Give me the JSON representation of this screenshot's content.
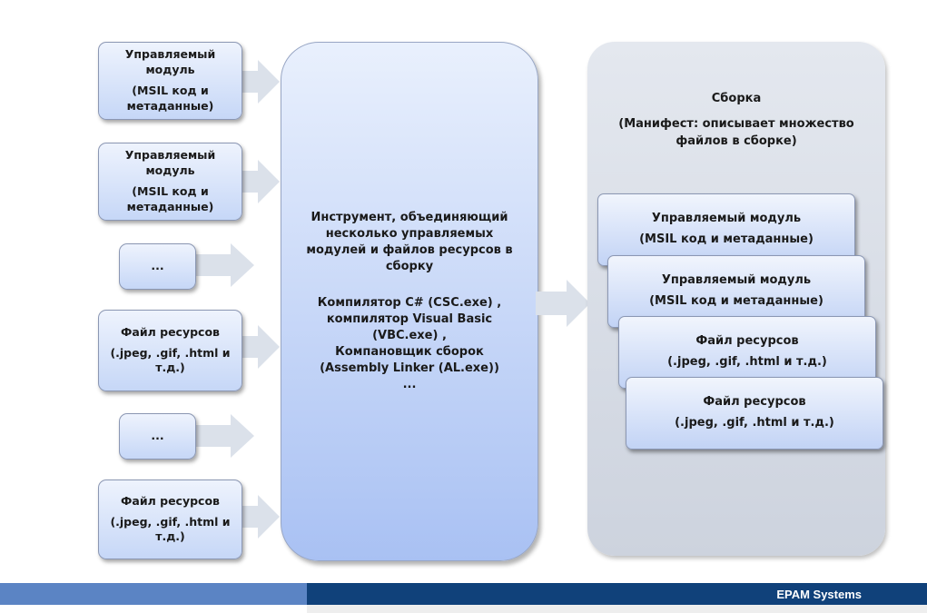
{
  "inputs": [
    {
      "title": "Управляемый модуль",
      "sub": "(MSIL код и метаданные)"
    },
    {
      "title": "Управляемый модуль",
      "sub": "(MSIL код и метаданные)"
    },
    {
      "title": "...",
      "sub": ""
    },
    {
      "title": "Файл ресурсов",
      "sub": "(.jpeg, .gif, .html и т.д.)"
    },
    {
      "title": "...",
      "sub": ""
    },
    {
      "title": "Файл ресурсов",
      "sub": "(.jpeg, .gif, .html и т.д.)"
    }
  ],
  "tool": {
    "title": "Инструмент, объединяющий несколько управляемых модулей и файлов ресурсов в сборку",
    "compiler_cs": "Компилятор C# (CSC.exe) ,",
    "compiler_vb": "компилятор Visual Basic (VBC.exe) ,",
    "linker": "Компановщик сборок (Assembly Linker (AL.exe))",
    "more": "..."
  },
  "assembly": {
    "title": "Сборка",
    "manifest": "(Манифест: описывает множество файлов в сборке)",
    "items": [
      {
        "title": "Управляемый модуль",
        "sub": "(MSIL код и метаданные)"
      },
      {
        "title": "Управляемый модуль",
        "sub": "(MSIL код и метаданные)"
      },
      {
        "title": "Файл ресурсов",
        "sub": "(.jpeg, .gif, .html и т.д.)"
      },
      {
        "title": "Файл ресурсов",
        "sub": "(.jpeg, .gif, .html и т.д.)"
      }
    ]
  },
  "footer": {
    "brand": "EPAM Systems"
  }
}
